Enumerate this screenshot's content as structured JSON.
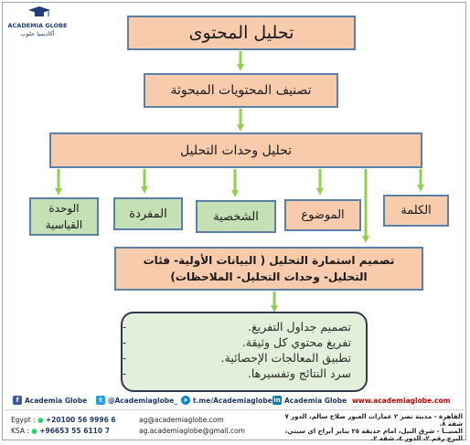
{
  "logo": {
    "name": "ACADEMIA GLOBE",
    "arabic": "أكاديميا جلوب"
  },
  "diagram": {
    "root": "تحليل المحتوى",
    "level2": "تصنيف المحتويات المبحوثة",
    "level3": "تحليل وحدات التحليل",
    "units": [
      "الكلمة",
      "الموضوع",
      "الشخصية",
      "المفردة",
      "الوحدة القياسية"
    ],
    "design": "تصميم استمارة التحليل ( البيانات الأولية- فئات التحليل- وحدات التحليل- الملاحظات)",
    "steps": [
      "تصميم جداول التفريغ.",
      "تفريغ محتوي كل وثيقة.",
      "تطبيق المعالجات الإحصائية.",
      "سرد النتائج وتفسيرها."
    ],
    "step_marker": "-"
  },
  "colors": {
    "peach": "#f8cbad",
    "green": "#c5e0b4",
    "arrow": "#92d050",
    "border": "#5a80a8"
  },
  "footer": {
    "facebook": "Academia Globe",
    "twitter": "@Academiaglobe_",
    "telegram": "t.me/Academiaglobe",
    "linkedin": "Academia Globe",
    "website": "www.academiaglobe.com",
    "egypt_label": "Egypt :",
    "egypt_phone": "+20100 56 9996 6",
    "ksa_label": "KSA :",
    "ksa_phone": "+96653 55 6110 7",
    "email1": "ag@academiaglobe.com",
    "email2": "ag.academiaglobe@gmail.com",
    "cairo": "القاهرة - مدينة نصر ٢ عمارات العبور صلاح سالم، الدور ٧ شقة ٨.",
    "minya": "المنيــا - شرق النيل، امام حديقة ٢٥ يناير أبراج اي سيتي، البرج رقم ٢، الدور ٤، شقة ٢."
  }
}
